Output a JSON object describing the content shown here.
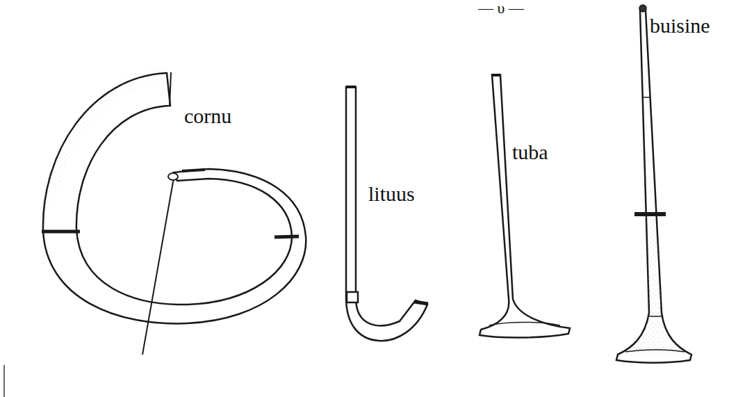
{
  "diagram": {
    "labels": [
      "— υ —",
      "cornu",
      "lituus",
      "tuba",
      "buisine"
    ]
  }
}
